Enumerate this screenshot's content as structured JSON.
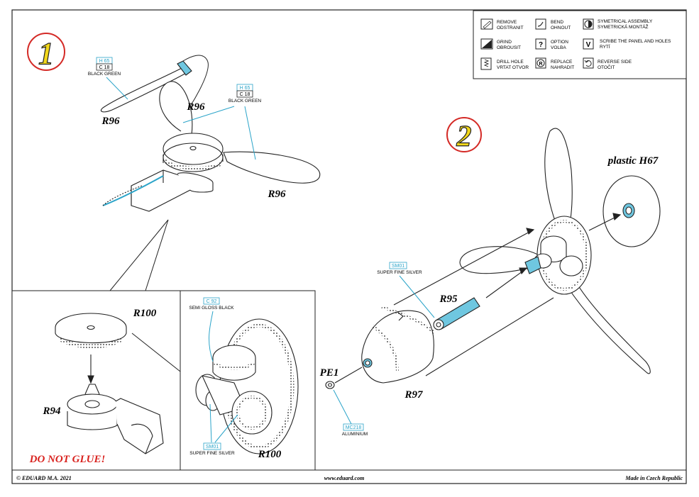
{
  "legend": {
    "items": [
      {
        "icon": "remove-icon",
        "line1": "REMOVE",
        "line2": "ODSTRANIT"
      },
      {
        "icon": "bend-icon",
        "line1": "BEND",
        "line2": "OHNOUT"
      },
      {
        "icon": "symmetrical-icon",
        "line1": "SYMETRICAL ASSEMBLY",
        "line2": "SYMETRICKÁ MONTÁŽ"
      },
      {
        "icon": "grind-icon",
        "line1": "GRIND",
        "line2": "OBROUSIT"
      },
      {
        "icon": "option-icon",
        "line1": "OPTION",
        "line2": "VOLBA"
      },
      {
        "icon": "scribe-icon",
        "line1": "SCRIBE THE PANEL AND HOLES",
        "line2": "RYTÍ"
      },
      {
        "icon": "drill-icon",
        "line1": "DRILL HOLE",
        "line2": "VRTAT OTVOR"
      },
      {
        "icon": "replace-icon",
        "line1": "REPLACE",
        "line2": "NAHRADIT"
      },
      {
        "icon": "reverse-icon",
        "line1": "REVERSE SIDE",
        "line2": "OTOČIT"
      }
    ],
    "glyphs": {
      "option": "?",
      "scribe": "V"
    }
  },
  "steps": {
    "step1": "1",
    "step2": "2"
  },
  "parts": {
    "r96_a": "R96",
    "r96_b": "R96",
    "r96_c": "R96",
    "r100_a": "R100",
    "r100_b": "R100",
    "r94": "R94",
    "r95": "R95",
    "r97": "R97",
    "pe1": "PE1",
    "plastic_h67": "plastic H67"
  },
  "paints": {
    "p1": {
      "code1": "H 65",
      "code2": "C 18",
      "name": "BLACK GREEN"
    },
    "p2": {
      "code1": "H 65",
      "code2": "C 18",
      "name": "BLACK GREEN"
    },
    "p3": {
      "code": "C 92",
      "name": "SEMI GLOSS BLACK"
    },
    "p4": {
      "code": "SM01",
      "name": "SUPER FINE SILVER"
    },
    "p5": {
      "code": "SM01",
      "name": "SUPER FINE SILVER"
    },
    "p6": {
      "code": "MC218",
      "name": "ALUMINIUM"
    }
  },
  "warning": "DO NOT GLUE!",
  "footer": {
    "left": "© EDUARD  M.A. 2021",
    "center": "www.eduard.com",
    "right": "Made in Czech Republic"
  },
  "colors": {
    "paint_callout": "#2ba4c9",
    "step_circle": "#d42a26",
    "step_number": "#f2d71a",
    "warning": "#d9231f"
  }
}
